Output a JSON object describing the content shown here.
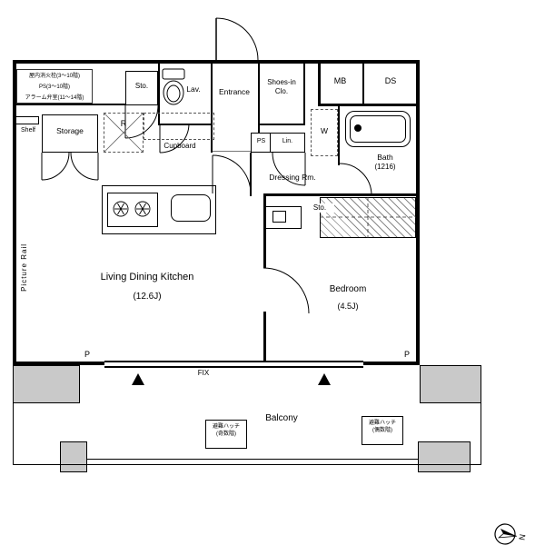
{
  "rooms": {
    "ldk": {
      "name": "Living Dining Kitchen",
      "size": "(12.6J)"
    },
    "bedroom": {
      "name": "Bedroom",
      "size": "(4.5J)"
    },
    "bath": {
      "name": "Bath",
      "size": "(1216)"
    },
    "entrance": {
      "name": "Entrance"
    },
    "lavatory": {
      "name": "Lav."
    },
    "dressing": {
      "name": "Dressing Rm."
    },
    "balcony": {
      "name": "Balcony"
    },
    "storage": {
      "name": "Storage"
    },
    "shoes_closet": {
      "line1": "Shoes-in",
      "line2": "Clo."
    },
    "storage_top": {
      "name": "Sto."
    },
    "storage_bedroom": {
      "name": "Sto."
    }
  },
  "fixtures": {
    "shelf": "Shelf",
    "refrigerator": "R",
    "cupboard": "Cupboard",
    "pipe_space": "PS",
    "linen": "Lin.",
    "washer": "W",
    "meter_box": "MB",
    "duct_space": "DS",
    "picture_rail": "Picture Rail",
    "fix_window": "FIX",
    "pillar_left": "P",
    "pillar_right": "P"
  },
  "notes": {
    "utility_line1": "屋内消火栓(3〜10階)",
    "utility_line2": "PS(3〜10階)",
    "utility_line3": "アラーム弁室(11〜14階)"
  },
  "evacuation": {
    "odd": {
      "line1": "避難ハッチ",
      "line2": "(奇数階)"
    },
    "even": {
      "line1": "避難ハッチ",
      "line2": "(偶数階)"
    }
  },
  "compass": {
    "label": "N"
  },
  "colors": {
    "wall": "#000000",
    "concrete": "#c9c9c9",
    "background": "#ffffff"
  }
}
